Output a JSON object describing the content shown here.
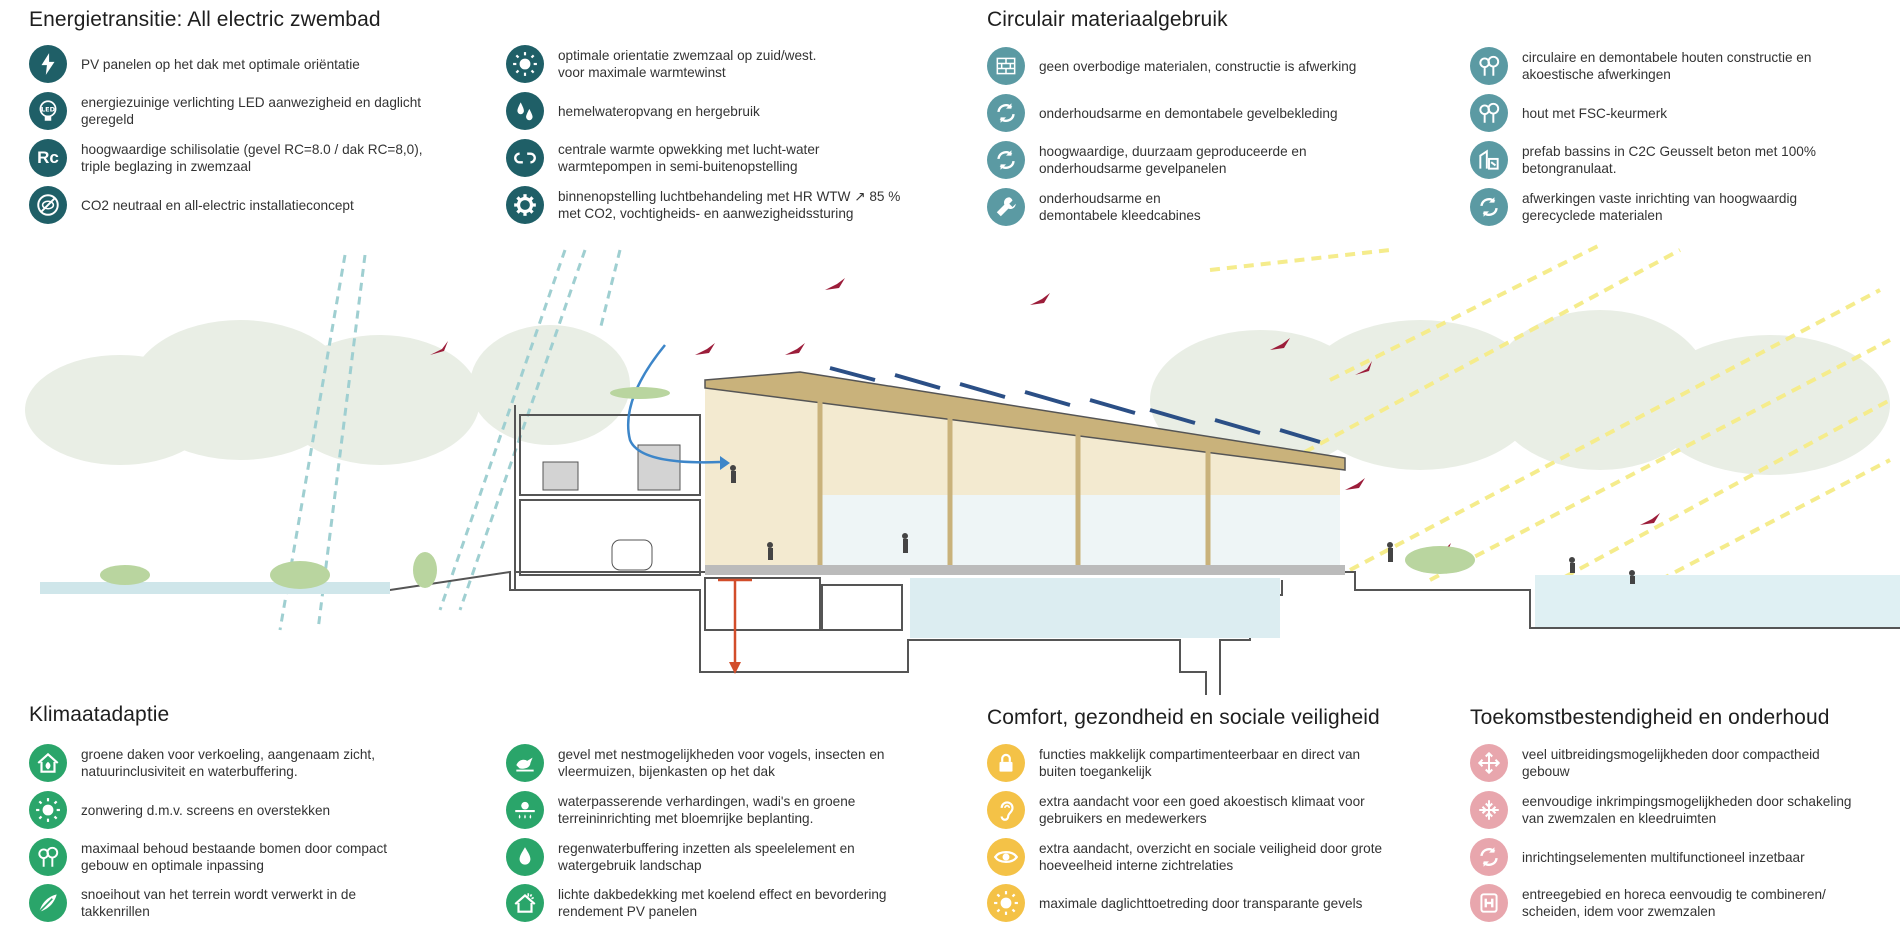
{
  "sections": [
    {
      "title": "Energietransitie: All electric zwembad",
      "colour": "#1f5f67",
      "columns": [
        [
          {
            "icon": "lightning-icon",
            "text": "PV panelen op het dak met optimale oriëntatie"
          },
          {
            "icon": "led-bulb-icon",
            "text": "energiezuinige verlichting LED aanwezigheid en daglicht\ngeregeld"
          },
          {
            "icon": "rc-insulation-icon",
            "text": "hoogwaardige schilisolatie (gevel RC=8.0 / dak RC=8,0),\ntriple beglazing in zwemzaal"
          },
          {
            "icon": "no-co2-icon",
            "text": "CO2 neutraal en all-electric installatieconcept"
          }
        ],
        [
          {
            "icon": "sun-icon",
            "text": "optimale orientatie zwemzaal op zuid/west.\nvoor maximale warmtewinst"
          },
          {
            "icon": "rainwater-icon",
            "text": "hemelwateropvang en hergebruik"
          },
          {
            "icon": "heat-pump-icon",
            "text": "centrale warmte opwekking met lucht-water\nwarmtepompen in semi-buitenopstelling"
          },
          {
            "icon": "gear-icon",
            "text": "binnenopstelling luchtbehandeling met HR WTW ↗ 85 %\nmet CO2, vochtigheids- en aanwezigheidssturing"
          }
        ]
      ]
    },
    {
      "title": "Circulair materiaalgebruik",
      "colour": "#1f5f67",
      "columns": [
        [
          {
            "icon": "brick-wall-icon",
            "text": "geen overbodige materialen, constructie is afwerking"
          },
          {
            "icon": "recycle-icon",
            "text": "onderhoudsarme en demontabele gevelbekleding"
          },
          {
            "icon": "recycle-icon",
            "text": "hoogwaardige, duurzaam geproduceerde en\nonderhoudsarme gevelpanelen"
          },
          {
            "icon": "wrench-icon",
            "text": "onderhoudsarme en\ndemontabele kleedcabines"
          }
        ],
        [
          {
            "icon": "trees-icon",
            "text": "circulaire en demontabele houten constructie en\nakoestische afwerkingen"
          },
          {
            "icon": "trees-icon",
            "text": "hout met FSC-keurmerk"
          },
          {
            "icon": "c2c-icon",
            "text": "prefab bassins in C2C Geusselt beton met 100%\nbetongranulaat."
          },
          {
            "icon": "recycle-icon",
            "text": "afwerkingen vaste inrichting van hoogwaardig\ngerecyclede materialen"
          }
        ]
      ]
    },
    {
      "title": "Klimaatadaptie",
      "colour": "#2aa56a",
      "columns": [
        [
          {
            "icon": "green-roof-icon",
            "text": "groene daken voor verkoeling, aangenaam zicht,\nnatuurinclusiviteit en waterbuffering."
          },
          {
            "icon": "sun-icon",
            "text": "zonwering d.m.v. screens en overstekken"
          },
          {
            "icon": "trees-icon",
            "text": "maximaal behoud bestaande bomen door compact\ngebouw en optimale inpassing"
          },
          {
            "icon": "leaves-icon",
            "text": "snoeihout van het terrein wordt verwerkt in de\ntakkenrillen"
          }
        ],
        [
          {
            "icon": "bird-icon",
            "text": "gevel met nestmogelijkheden voor vogels, insecten en\nvleermuizen, bijenkasten op het dak"
          },
          {
            "icon": "permeable-paving-icon",
            "text": "waterpasserende verhardingen, wadi's en groene\nterreininrichting met bloemrijke beplanting."
          },
          {
            "icon": "water-drop-icon",
            "text": "regenwaterbuffering inzetten als speelelement en\nwatergebruik landschap"
          },
          {
            "icon": "cool-roof-icon",
            "text": "lichte dakbedekking met koelend effect en bevordering\nrendement PV panelen"
          }
        ]
      ]
    },
    {
      "title": "Comfort, gezondheid en sociale veiligheid",
      "colour": "#f4c247",
      "columns": [
        [
          {
            "icon": "lock-icon",
            "text": "functies makkelijk compartimenteerbaar en direct van\nbuiten toegankelijk"
          },
          {
            "icon": "ear-icon",
            "text": "extra aandacht voor een goed akoestisch klimaat voor\ngebruikers en medewerkers"
          },
          {
            "icon": "eye-icon",
            "text": "extra aandacht, overzicht en sociale veiligheid door grote\nhoeveelheid interne zichtrelaties"
          },
          {
            "icon": "sun-icon",
            "text": "maximale daglichttoetreding door transparante gevels"
          }
        ]
      ]
    },
    {
      "title": "Toekomstbestendigheid en onderhoud",
      "colour": "#e8a6ad",
      "columns": [
        [
          {
            "icon": "expand-arrows-icon",
            "text": "veel uitbreidingsmogelijkheden door compactheid\ngebouw"
          },
          {
            "icon": "shrink-arrows-icon",
            "text": "eenvoudige inkrimpingsmogelijkheden door schakeling\nvan zwemzalen en kleedruimten"
          },
          {
            "icon": "recycle-icon",
            "text": "inrichtingselementen multifunctioneel inzetbaar"
          },
          {
            "icon": "h-building-icon",
            "text": "entreegebied en horeca eenvoudig te combineren/\nscheiden, idem voor zwemzalen"
          }
        ]
      ]
    }
  ],
  "rc_label": "Rc",
  "led_label": "LED"
}
